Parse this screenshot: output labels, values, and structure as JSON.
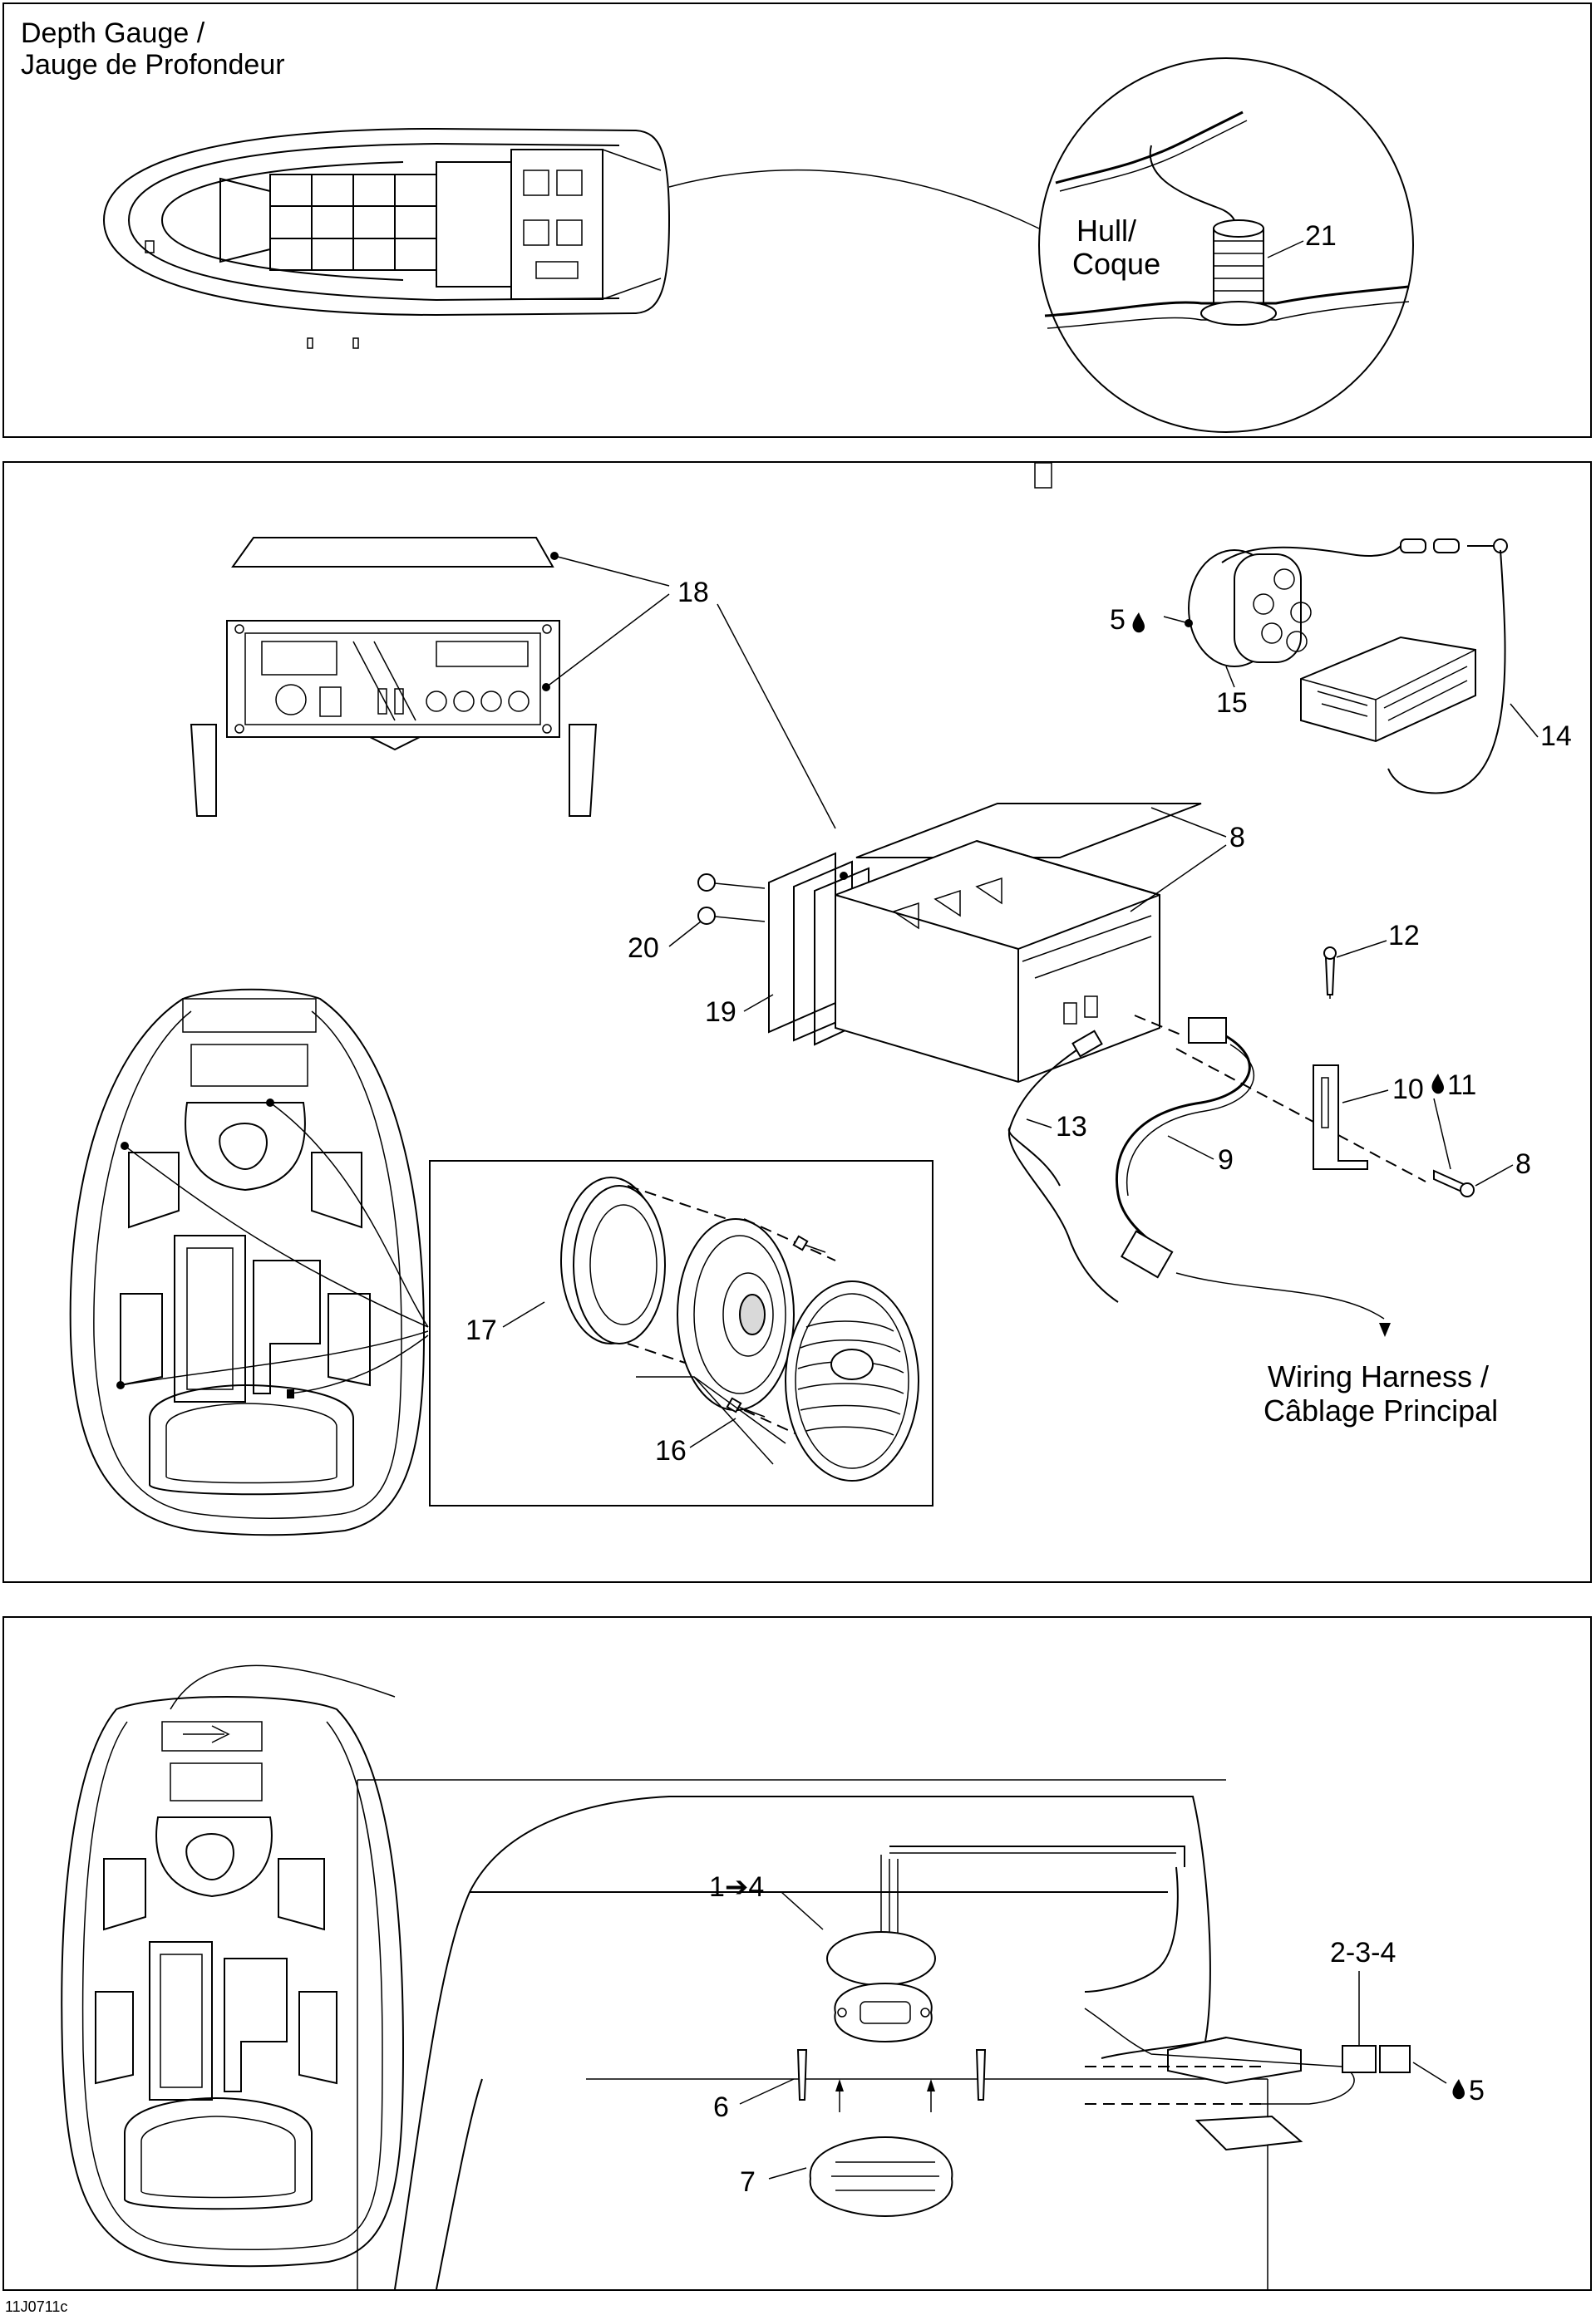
{
  "panels": {
    "depth_gauge": {
      "title_line1": "Depth Gauge /",
      "title_line2": "Jauge de Profondeur",
      "hull_line1": "Hull/",
      "hull_line2": "Coque",
      "callout_21": "21"
    },
    "stereo": {
      "callouts": {
        "c5": "5",
        "c8a": "8",
        "c8b": "8",
        "c9": "9",
        "c10": "10",
        "c11": "11",
        "c12": "12",
        "c13": "13",
        "c14": "14",
        "c15": "15",
        "c16": "16",
        "c17": "17",
        "c18": "18",
        "c19": "19",
        "c20": "20"
      },
      "harness_line1": "Wiring Harness /",
      "harness_line2": "Câblage Principal"
    },
    "speaker_mount": {
      "callouts": {
        "c1to4": "1➔4",
        "c234": "2-3-4",
        "c5": "5",
        "c6": "6",
        "c7": "7"
      }
    }
  },
  "drawing_code": "11J0711c"
}
